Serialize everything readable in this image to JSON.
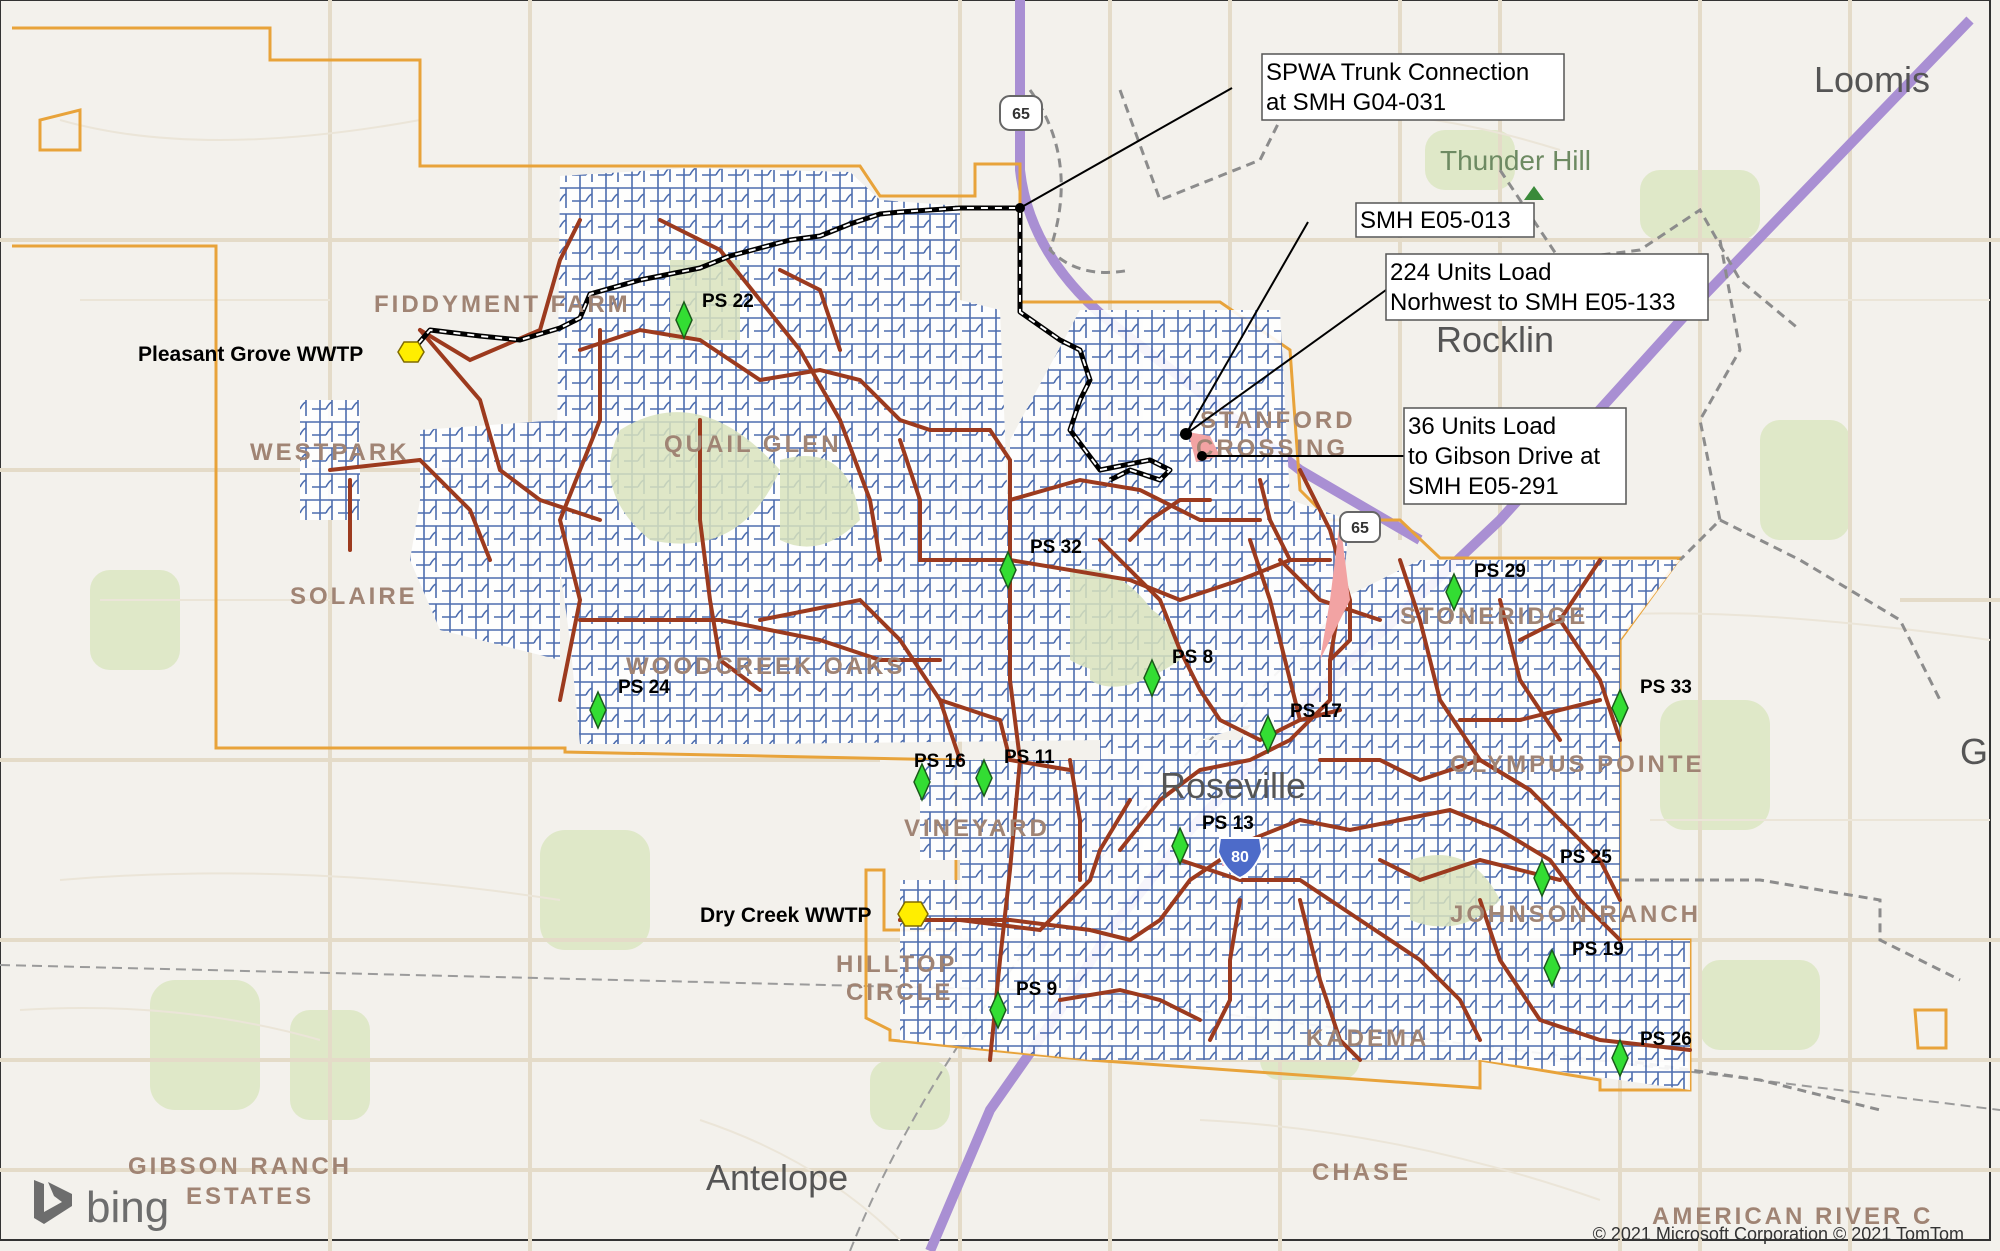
{
  "map": {
    "places": [
      "FIDDYMENT FARM",
      "WESTPARK",
      "QUAIL GLEN",
      "SOLAIRE",
      "WOODCREEK OAKS",
      "STONERIDGE",
      "OLYMPUS POINTE",
      "VINEYARD",
      "JOHNSON RANCH",
      "HILLTOP",
      "CIRCLE",
      "KADEMA",
      "STANFORD",
      "CROSSING",
      "GIBSON RANCH",
      "ESTATES",
      "CHASE",
      "AMERICAN RIVER C"
    ],
    "cities": [
      "Loomis",
      "Rocklin",
      "Roseville",
      "Antelope",
      "Thunder Hill",
      "G"
    ],
    "highways": [
      "65",
      "65",
      "80"
    ],
    "plants": [
      "Pleasant Grove WWTP",
      "Dry Creek WWTP"
    ],
    "pump_stations": [
      "PS 22",
      "PS 32",
      "PS 29",
      "PS 8",
      "PS 33",
      "PS 24",
      "PS 17",
      "PS 16",
      "PS 11",
      "PS 13",
      "PS 25",
      "PS 19",
      "PS 9",
      "PS 26"
    ],
    "callouts": [
      [
        "SPWA Trunk Connection",
        "at SMH G04-031"
      ],
      [
        "SMH E05-013"
      ],
      [
        "224 Units Load",
        "Norhwest to SMH E05-133"
      ],
      [
        "36 Units Load",
        "to Gibson Drive at",
        "SMH E05-291"
      ]
    ],
    "logo": "bing",
    "attribution": "© 2021 Microsoft Corporation © 2021 TomTom",
    "colors": {
      "boundary": "#e8a33a",
      "trunk": "#9c3a1e",
      "local_sewer": "#1f4e9a",
      "pump_station": "#33dd33",
      "plant": "#ffee00",
      "interstate": "#a98fd3",
      "green_space": "#dfe8c8"
    }
  }
}
